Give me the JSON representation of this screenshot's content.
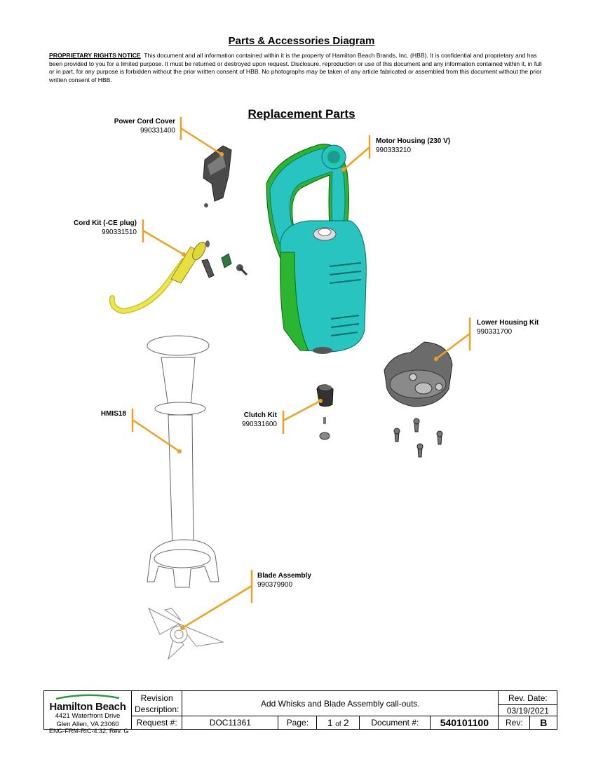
{
  "header": {
    "title": "Parts & Accessories Diagram",
    "notice_heading": "PROPRIETARY RIGHTS NOTICE",
    "notice_text": "This document and all information contained within it is the property of Hamilton Beach Brands, Inc. (HBB).  It is confidential and proprietary and has been provided to you for a limited purpose.  It must be returned or destroyed upon request.  Disclosure, reproduction or use of this document and any information contained within it, in full or in part, for any purpose is forbidden without the prior written consent of HBB.  No photographs may be taken of any article fabricated or assembled from this document without the prior written consent of HBB."
  },
  "section_title": "Replacement Parts",
  "parts": {
    "power_cord_cover": {
      "name": "Power Cord Cover",
      "number": "990331400"
    },
    "motor_housing": {
      "name": "Motor Housing (230 V)",
      "number": "990333210"
    },
    "cord_kit": {
      "name": "Cord Kit (-CE plug)",
      "number": "990331510"
    },
    "lower_housing_kit": {
      "name": "Lower Housing Kit",
      "number": "990331700"
    },
    "hmis18": {
      "name": "HMIS18"
    },
    "clutch_kit": {
      "name": "Clutch Kit",
      "number": "990331600"
    },
    "blade_assembly": {
      "name": "Blade Assembly",
      "number": "990379900"
    }
  },
  "colors": {
    "callout": "#f0a020",
    "housing": "#27c4c0",
    "handle": "#2bb530",
    "cord": "#e3dd3a"
  },
  "footer": {
    "company": "Hamilton Beach",
    "address_line1": "4421 Waterfront Drive",
    "address_line2": "Glen Allen, VA  23060",
    "revision_label_1": "Revision",
    "revision_label_2": "Description:",
    "revision_description": "Add Whisks and Blade Assembly call-outs.",
    "rev_date_label": "Rev. Date:",
    "rev_date": "03/19/2021",
    "request_label": "Request #:",
    "request_value": "DOC11361",
    "page_label": "Page:",
    "page_current": "1",
    "page_of": "of",
    "page_total": "2",
    "document_label": "Document #:",
    "document_number": "540101100",
    "rev_label": "Rev:",
    "rev_value": "B",
    "form_id": "ENG-FRM-RIC-4.32, Rev. G"
  }
}
